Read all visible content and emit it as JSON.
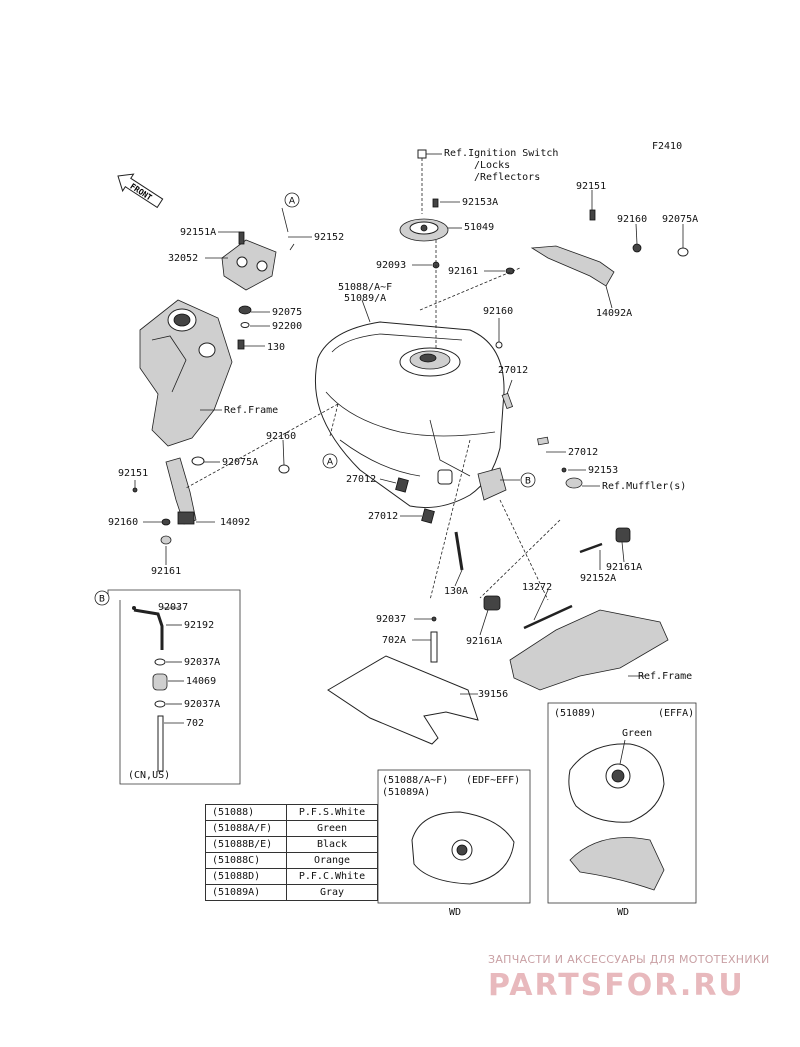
{
  "figure_code": "F2410",
  "front_arrow": "FRONT",
  "circle_markers": {
    "a": "A",
    "b": "B"
  },
  "labels": {
    "ref_ignition": "Ref.Ignition Switch",
    "ref_locks": "/Locks",
    "ref_reflectors": "/Reflectors",
    "p92153A": "92153A",
    "p51049": "51049",
    "p92093": "92093",
    "p92151_tr": "92151",
    "p92160_tr": "92160",
    "p92075A_tr": "92075A",
    "p92161_tr": "92161",
    "p14092A": "14092A",
    "p92160_mid": "92160",
    "p51088": "51088/A~F",
    "p51089": "51089/A",
    "p92151A": "92151A",
    "p92152": "92152",
    "p32052": "32052",
    "p92075": "92075",
    "p92200": "92200",
    "p130": "130",
    "ref_frame_left": "Ref.Frame",
    "p27012_a": "27012",
    "p27012_b": "27012",
    "p27012_c": "27012",
    "p27012_d": "27012",
    "p92160_left": "92160",
    "p92075A_left": "92075A",
    "p92151_left": "92151",
    "p92160_low": "92160",
    "p14092": "14092",
    "p92161_left": "92161",
    "p92153": "92153",
    "ref_muffler": "Ref.Muffler(s)",
    "p130A": "130A",
    "p13272": "13272",
    "p92161A_r": "92161A",
    "p92152A": "92152A",
    "p92037": "92037",
    "p702A": "702A",
    "p92161A_c": "92161A",
    "ref_frame_right": "Ref.Frame",
    "p39156": "39156"
  },
  "inset_cn_us": {
    "marker": "B",
    "parts": [
      "92037",
      "92192",
      "92037A",
      "14069",
      "92037A",
      "702"
    ],
    "market": "(CN,US)"
  },
  "inset_effa": {
    "part": "(51089)",
    "variant": "(EFFA)",
    "color_note": "Green",
    "code": "WD"
  },
  "inset_edf": {
    "part_line1": "(51088/A~F)",
    "part_line2": "(51089A)",
    "variant": "(EDF~EFF)",
    "code": "WD"
  },
  "color_table": [
    {
      "part": "(51088)",
      "color": "P.F.S.White"
    },
    {
      "part": "(51088A/F)",
      "color": "Green"
    },
    {
      "part": "(51088B/E)",
      "color": "Black"
    },
    {
      "part": "(51088C)",
      "color": "Orange"
    },
    {
      "part": "(51088D)",
      "color": "P.F.C.White"
    },
    {
      "part": "(51089A)",
      "color": "Gray"
    }
  ],
  "watermark": {
    "line1": "ЗАПЧАСТИ И АКСЕССУАРЫ ДЛЯ МОТОТЕХНИКИ",
    "line2": "PARTSFOR.RU",
    "color": "#e8b9bd"
  }
}
